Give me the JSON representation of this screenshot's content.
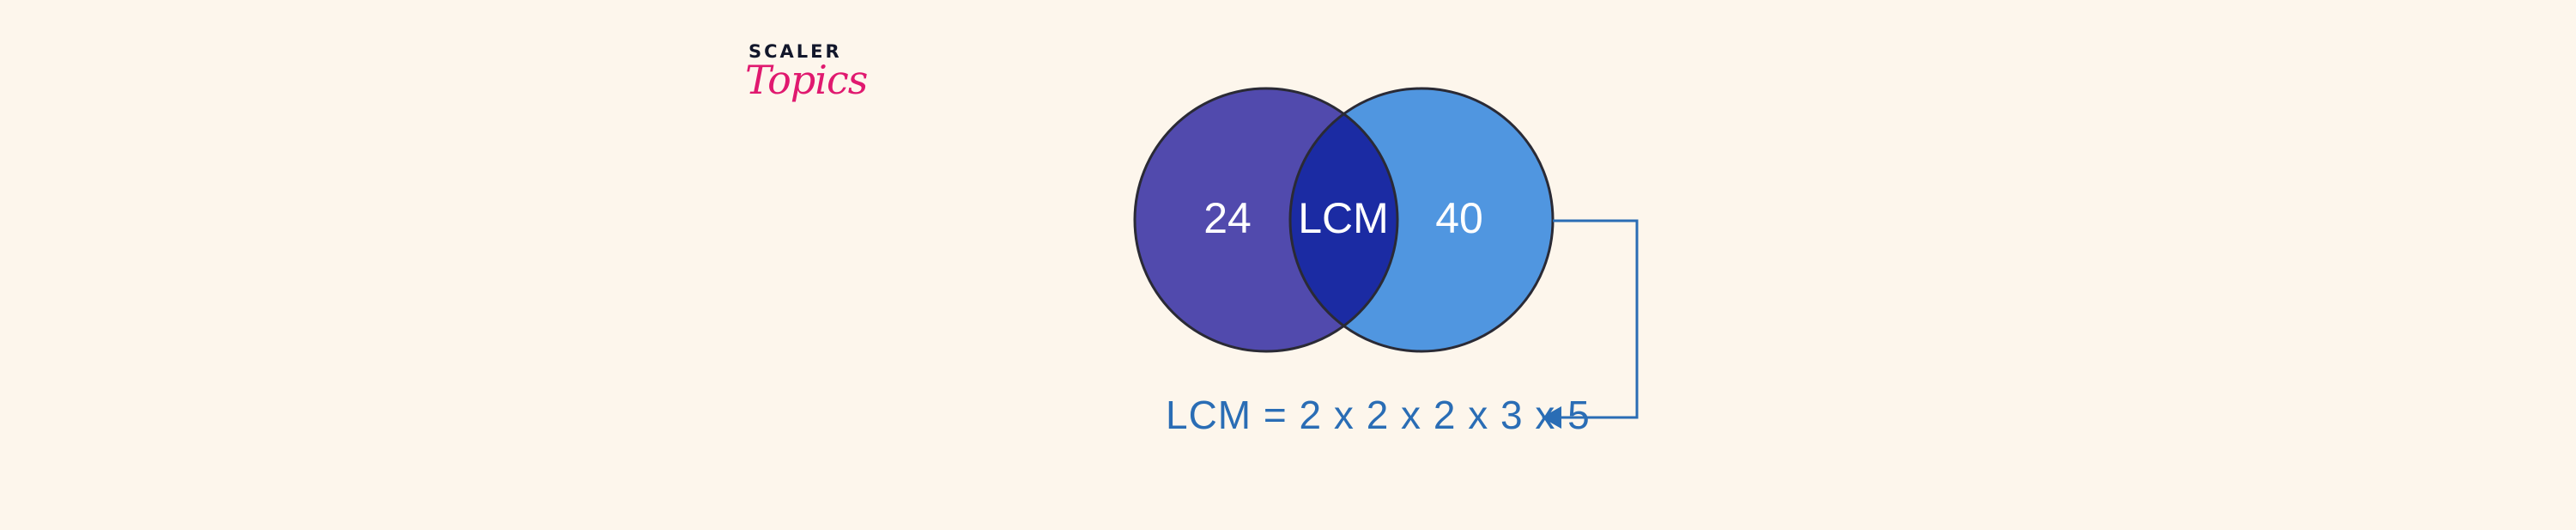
{
  "logo": {
    "line1": "SCALER",
    "line2": "Topics"
  },
  "venn": {
    "left_label": "24",
    "intersection_label": "LCM",
    "right_label": "40",
    "colors": {
      "left": "#514aad",
      "right": "#5096e0",
      "intersection": "#1b2ba3",
      "arrow": "#2a6db5"
    }
  },
  "formula": "LCM = 2 x 2 x 2 x 3 x 5"
}
